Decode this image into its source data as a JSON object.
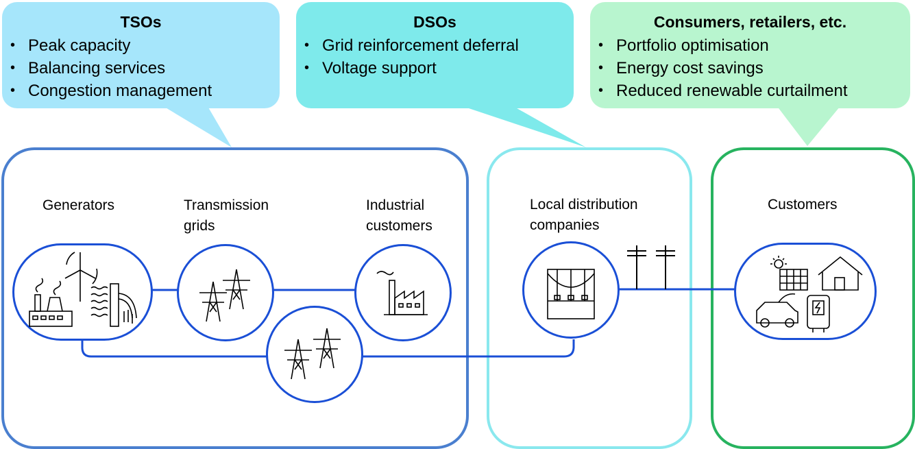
{
  "colors": {
    "tso_fill": "#a6e6fb",
    "dso_fill": "#7eeaeb",
    "consumer_fill": "#b8f5cf",
    "tso_border": "#4a7fcf",
    "dso_border": "#8ae8ee",
    "consumer_border": "#27b35f",
    "node_line": "#1a4fd6"
  },
  "callouts": {
    "tso": {
      "title": "TSOs",
      "items": [
        "Peak capacity",
        "Balancing services",
        "Congestion management"
      ]
    },
    "dso": {
      "title": "DSOs",
      "items": [
        "Grid reinforcement deferral",
        "Voltage support"
      ]
    },
    "consumers": {
      "title": "Consumers, retailers, etc.",
      "items": [
        "Portfolio optimisation",
        "Energy cost savings",
        "Reduced renewable curtailment"
      ]
    }
  },
  "labels": {
    "generators": "Generators",
    "transmission_1": "Transmission",
    "transmission_2": "grids",
    "industrial_1": "Industrial",
    "industrial_2": "customers",
    "local_1": "Local distribution",
    "local_2": "companies",
    "customers": "Customers"
  },
  "icons": {
    "generators": "power-plant-wind-hydro-icon",
    "transmission": "transmission-towers-icon",
    "storage": "transmission-towers-icon",
    "industrial": "factory-icon",
    "local": "substation-icon",
    "poles": "utility-poles-icon",
    "customers": "home-solar-ev-battery-icon"
  }
}
